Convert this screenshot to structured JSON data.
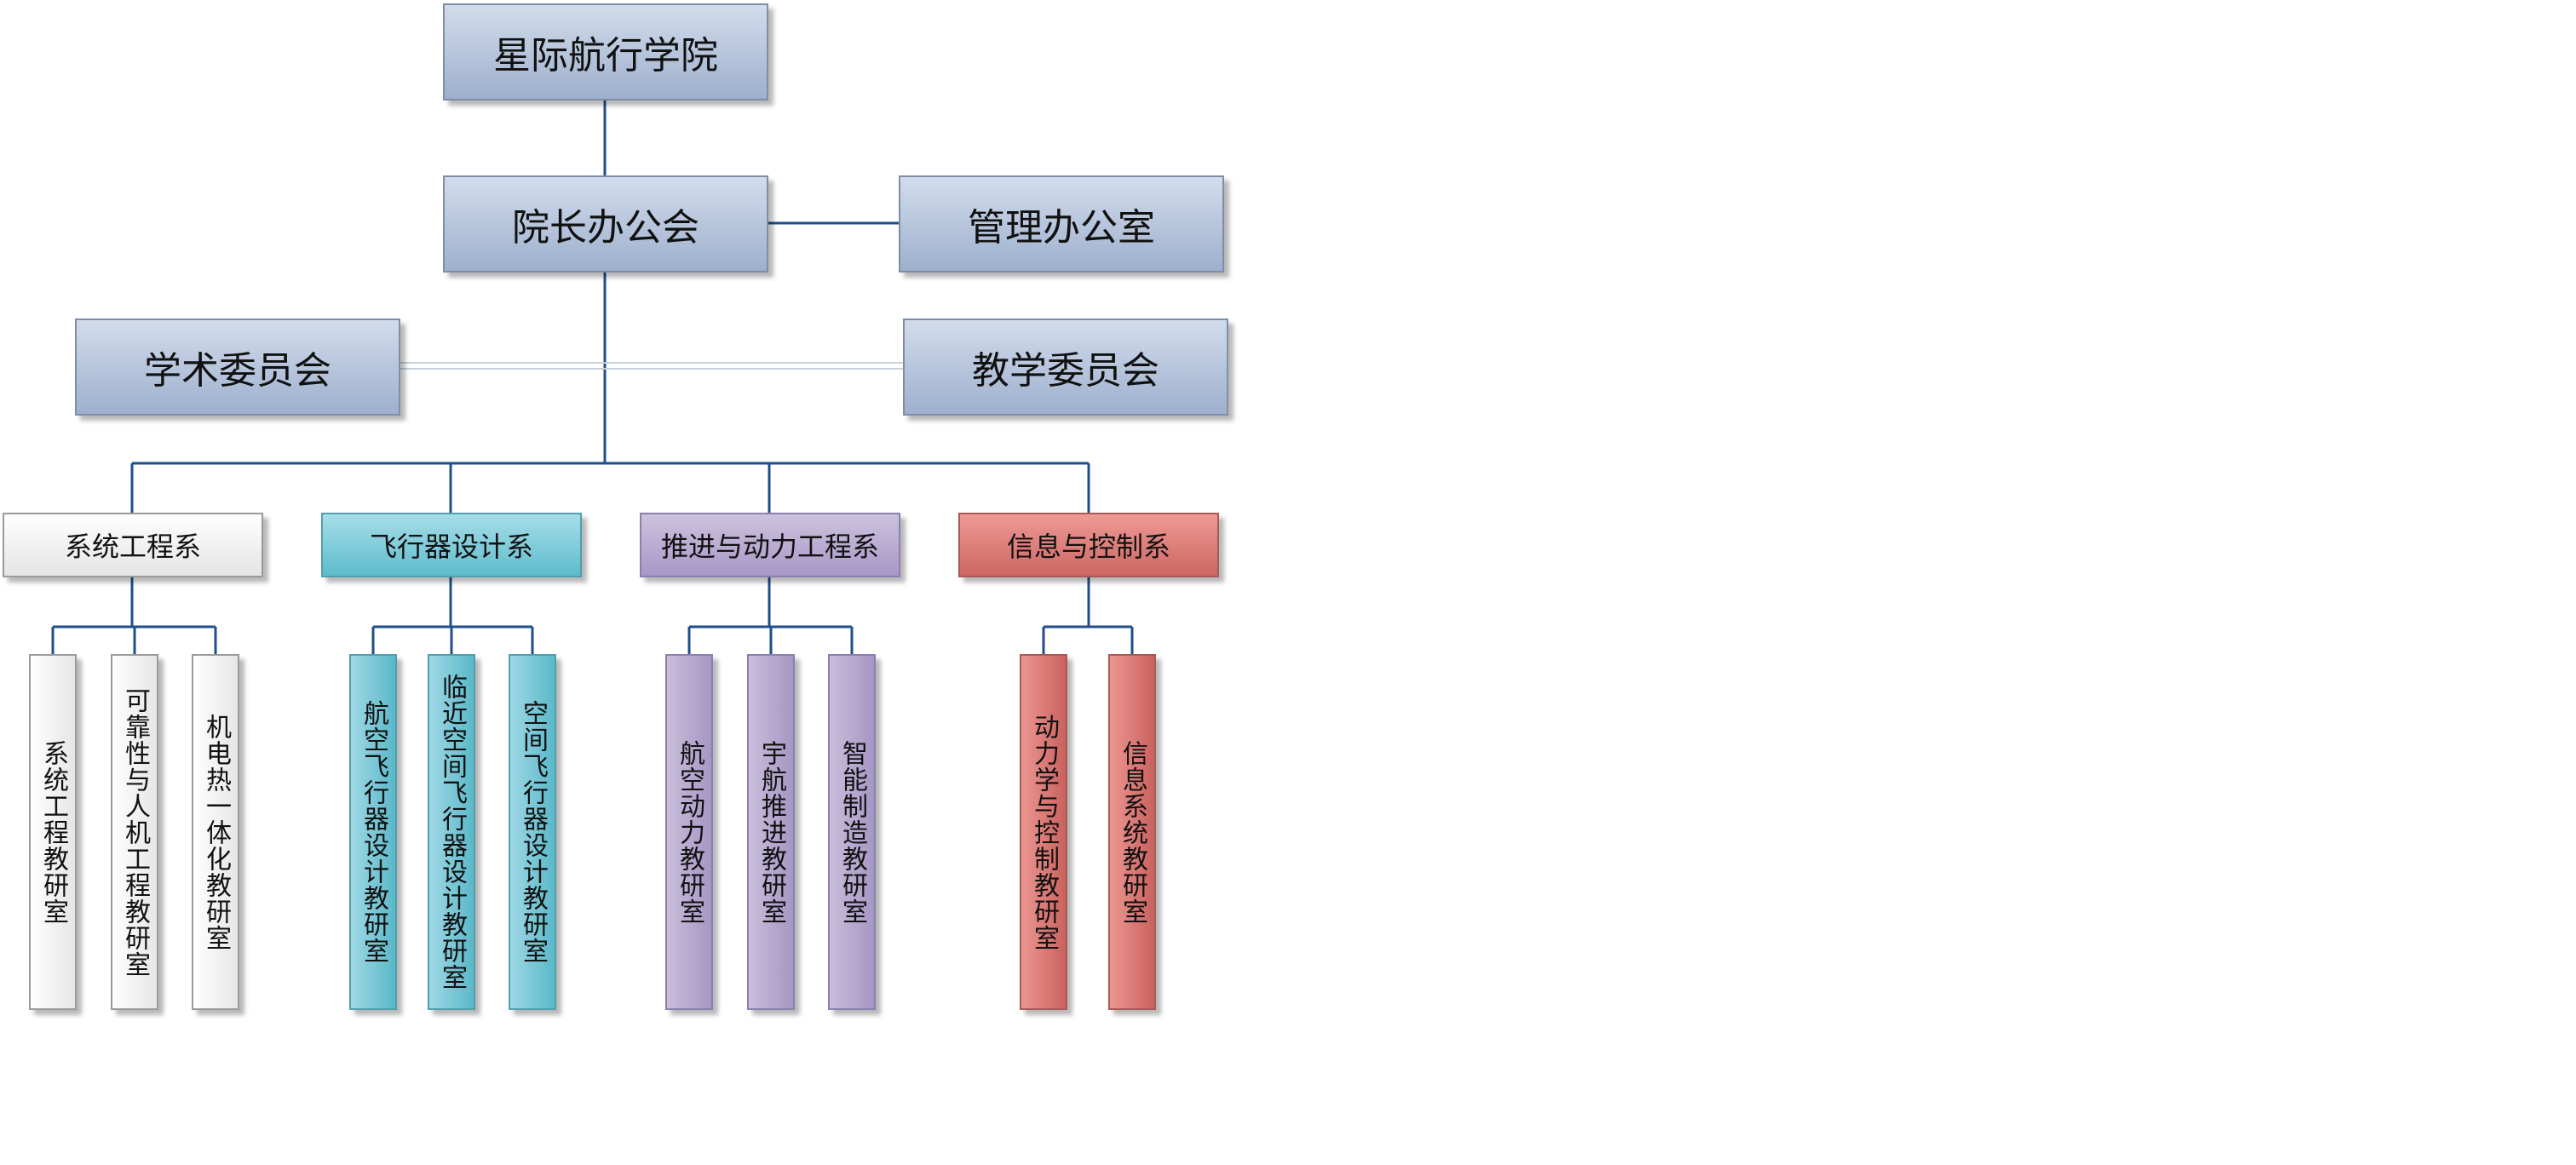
{
  "colors": {
    "top_box": "#a9bad4",
    "connector": "#1f4e8c",
    "committee_connector": "#c8d0dc",
    "dept_system": "#f1f1f1",
    "dept_aircraft": "#6cc3d3",
    "dept_propulsion": "#b2a3cc",
    "dept_info": "#d6726e"
  },
  "org": {
    "root": "星际航行学院",
    "dean_office": "院长办公会",
    "admin_office": "管理办公室",
    "academic_committee": "学术委员会",
    "teaching_committee": "教学委员会",
    "departments": [
      {
        "name": "系统工程系",
        "labs": [
          "系统工程教研室",
          "可靠性与人机工程教研室",
          "机电热一体化教研室"
        ]
      },
      {
        "name": "飞行器设计系",
        "labs": [
          "航空飞行器设计教研室",
          "临近空间飞行器设计教研室",
          "空间飞行器设计教研室"
        ]
      },
      {
        "name": "推进与动力工程系",
        "labs": [
          "航空动力教研室",
          "宇航推进教研室",
          "智能制造教研室"
        ]
      },
      {
        "name": "信息与控制系",
        "labs": [
          "动力学与控制教研室",
          "信息系统教研室"
        ]
      }
    ]
  }
}
